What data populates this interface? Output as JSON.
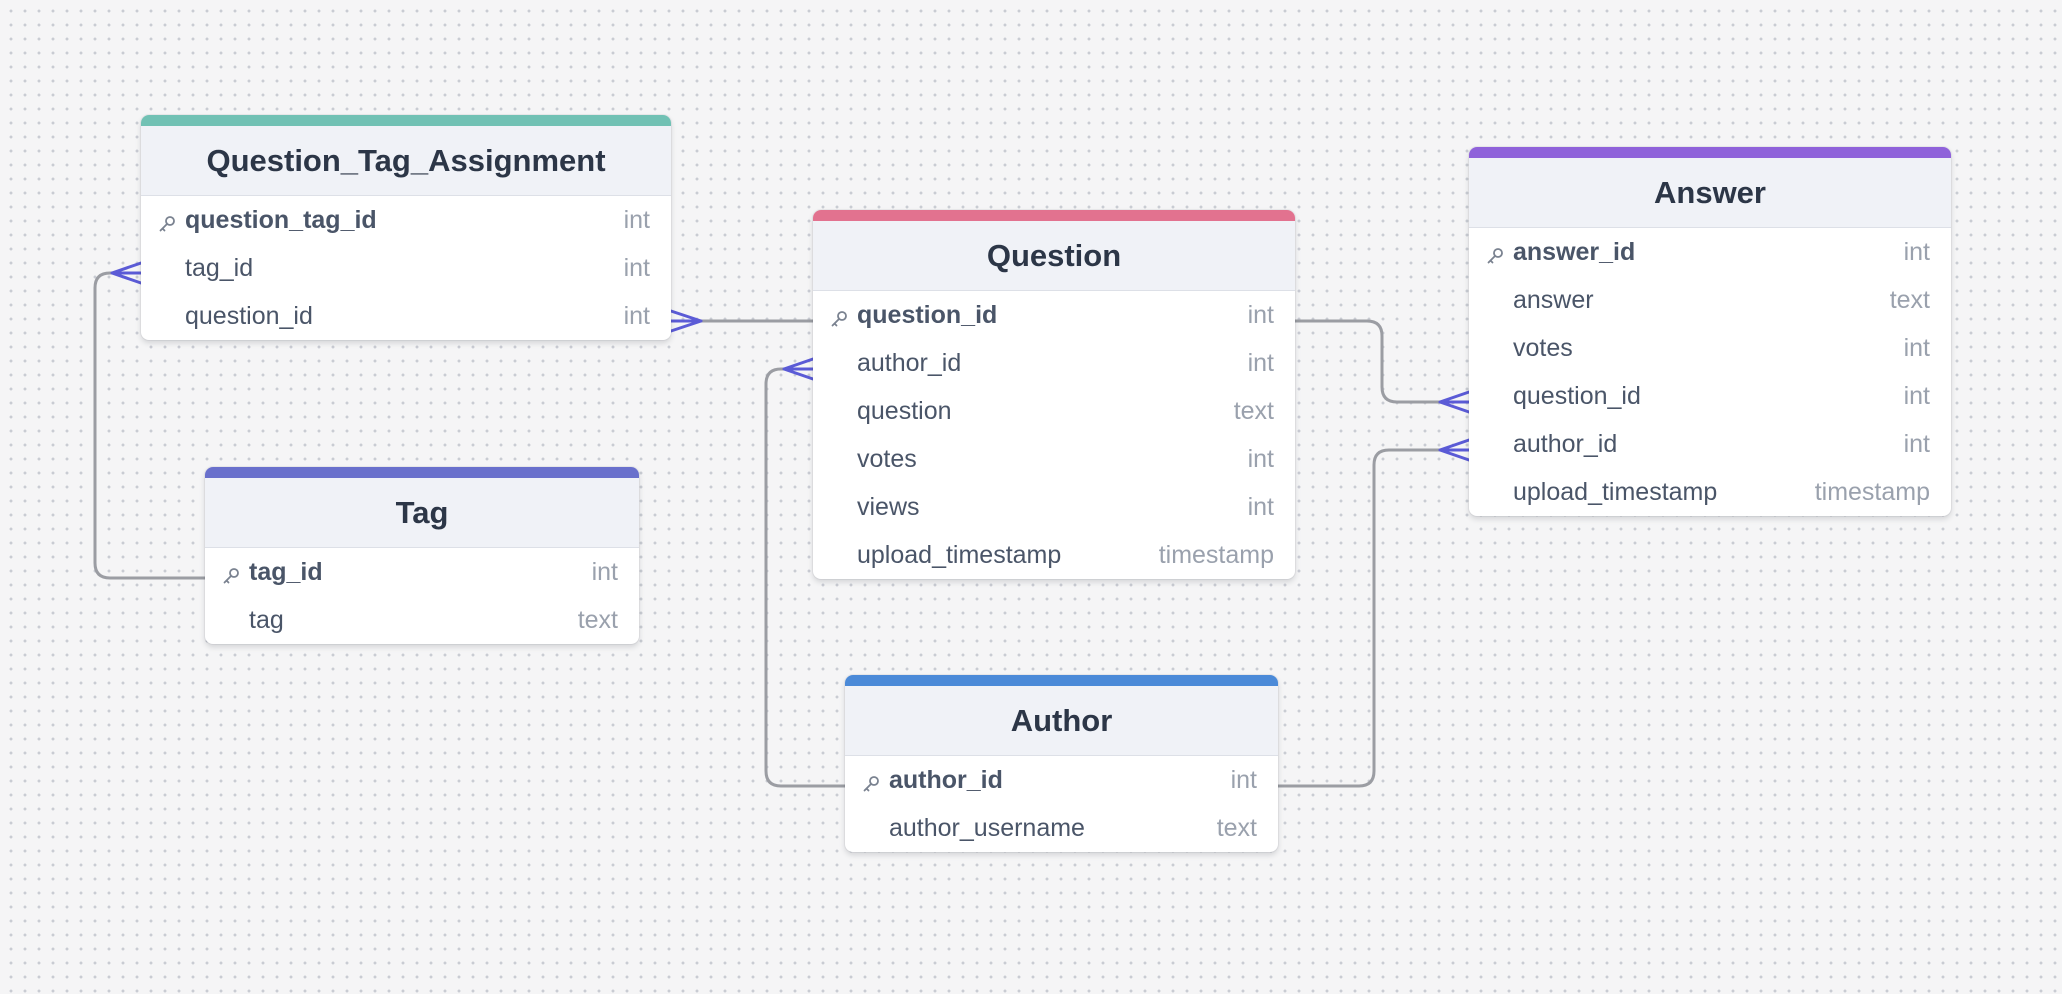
{
  "tables": {
    "qta": {
      "title": "Question_Tag_Assignment",
      "accent": "#71c1b4",
      "columns": [
        {
          "name": "question_tag_id",
          "type": "int",
          "pk": true
        },
        {
          "name": "tag_id",
          "type": "int"
        },
        {
          "name": "question_id",
          "type": "int"
        }
      ]
    },
    "tag": {
      "title": "Tag",
      "accent": "#6970cc",
      "columns": [
        {
          "name": "tag_id",
          "type": "int",
          "pk": true
        },
        {
          "name": "tag",
          "type": "text"
        }
      ]
    },
    "question": {
      "title": "Question",
      "accent": "#e2728f",
      "columns": [
        {
          "name": "question_id",
          "type": "int",
          "pk": true
        },
        {
          "name": "author_id",
          "type": "int"
        },
        {
          "name": "question",
          "type": "text"
        },
        {
          "name": "votes",
          "type": "int"
        },
        {
          "name": "views",
          "type": "int"
        },
        {
          "name": "upload_timestamp",
          "type": "timestamp"
        }
      ]
    },
    "author": {
      "title": "Author",
      "accent": "#4b8ad8",
      "columns": [
        {
          "name": "author_id",
          "type": "int",
          "pk": true
        },
        {
          "name": "author_username",
          "type": "text"
        }
      ]
    },
    "answer": {
      "title": "Answer",
      "accent": "#8f62da",
      "columns": [
        {
          "name": "answer_id",
          "type": "int",
          "pk": true
        },
        {
          "name": "answer",
          "type": "text"
        },
        {
          "name": "votes",
          "type": "int"
        },
        {
          "name": "question_id",
          "type": "int"
        },
        {
          "name": "author_id",
          "type": "int"
        },
        {
          "name": "upload_timestamp",
          "type": "timestamp"
        }
      ]
    }
  },
  "relations": [
    {
      "from": "Tag.tag_id",
      "to": "Question_Tag_Assignment.tag_id",
      "cardinality": "one-to-many"
    },
    {
      "from": "Question.question_id",
      "to": "Question_Tag_Assignment.question_id",
      "cardinality": "one-to-many"
    },
    {
      "from": "Author.author_id",
      "to": "Question.author_id",
      "cardinality": "one-to-many"
    },
    {
      "from": "Question.question_id",
      "to": "Answer.question_id",
      "cardinality": "one-to-many"
    },
    {
      "from": "Author.author_id",
      "to": "Answer.author_id",
      "cardinality": "one-to-many"
    }
  ],
  "colors": {
    "edge": "#9b9da3",
    "crow_foot": "#5b5bd6",
    "canvas": "#f5f5f6"
  },
  "icons": {
    "primary_key": "key-icon"
  }
}
